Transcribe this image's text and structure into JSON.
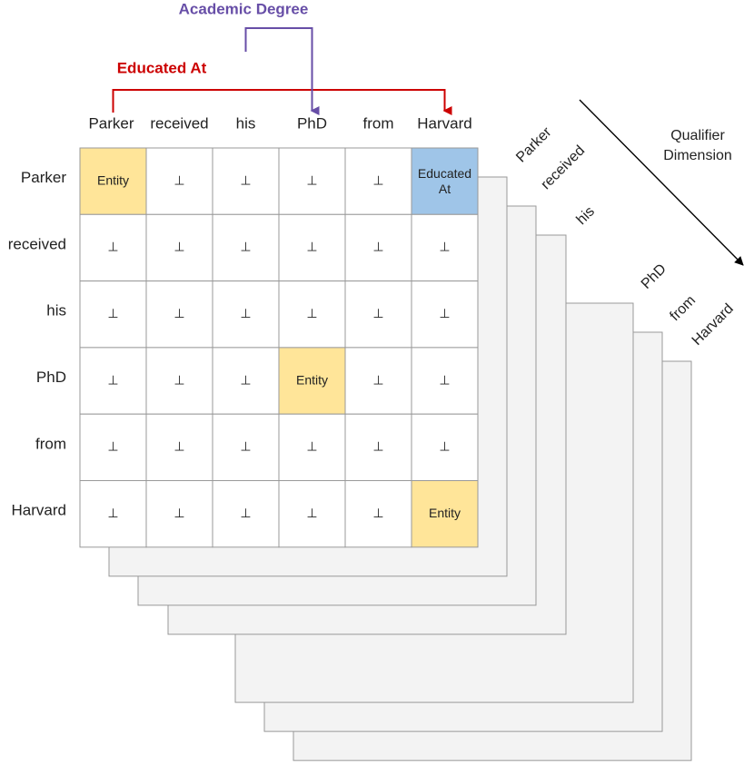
{
  "diagram": {
    "tokens": [
      "Parker",
      "received",
      "his",
      "PhD",
      "from",
      "Harvard"
    ],
    "null_symbol": "⊥",
    "cells": [
      {
        "row": 0,
        "col": 0,
        "label": "Entity",
        "kind": "entity"
      },
      {
        "row": 0,
        "col": 5,
        "label": "Educated At",
        "kind": "relation"
      },
      {
        "row": 3,
        "col": 3,
        "label": "Entity",
        "kind": "entity"
      },
      {
        "row": 5,
        "col": 5,
        "label": "Entity",
        "kind": "entity"
      }
    ],
    "qualifier_cell": {
      "layer": 3,
      "row": 1,
      "col": 0,
      "label": "Academic Degree"
    },
    "relations": [
      {
        "label": "Educated At",
        "from": 0,
        "to": 5,
        "color": "#cc0000"
      },
      {
        "label": "Academic Degree",
        "from": 2,
        "to": 3,
        "color": "#674ea7"
      }
    ],
    "axis_label": "Qualifier Dimension",
    "colors": {
      "entity": "#ffe599",
      "relation": "#9fc5e8",
      "qualifier": "#b6d7a8",
      "layer_fill": "#f3f3f3",
      "grid": "#999999"
    }
  }
}
